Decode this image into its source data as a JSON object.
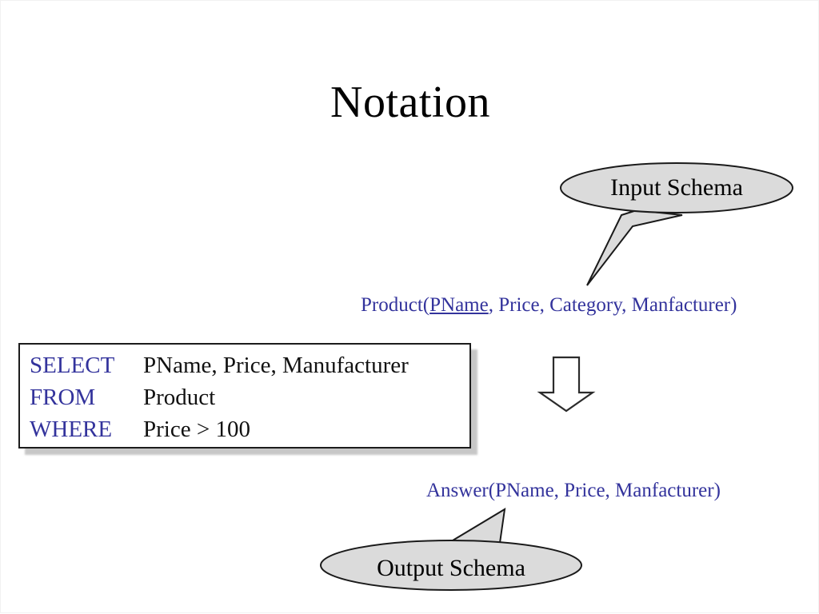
{
  "slide": {
    "title": "Notation",
    "background_color": "#ffffff"
  },
  "colors": {
    "keyword_blue": "#33339c",
    "schema_blue": "#33339c",
    "callout_fill": "#dbdbdb",
    "callout_stroke": "#1a1a1a",
    "text_black": "#000000"
  },
  "callouts": {
    "input": {
      "label": "Input Schema",
      "shape": "ellipse-callout",
      "tail_direction": "down-left"
    },
    "output": {
      "label": "Output Schema",
      "shape": "ellipse-callout",
      "tail_direction": "up-right"
    }
  },
  "schemas": {
    "input": {
      "relation": "Product",
      "open_paren": "(",
      "key_attribute": "PName",
      "other_attributes": ", Price, Category, Manfacturer",
      "close_paren": ")",
      "full_text": "Product(PName, Price, Category, Manfacturer)"
    },
    "output": {
      "full_text": "Answer(PName, Price, Manfacturer)"
    }
  },
  "sql_query": {
    "lines": [
      {
        "keyword": "SELECT",
        "rest": "PName, Price, Manufacturer"
      },
      {
        "keyword": "FROM",
        "rest": "Product"
      },
      {
        "keyword": "WHERE",
        "rest": "Price > 100"
      }
    ]
  },
  "arrow": {
    "name": "down-arrow",
    "direction": "down"
  }
}
